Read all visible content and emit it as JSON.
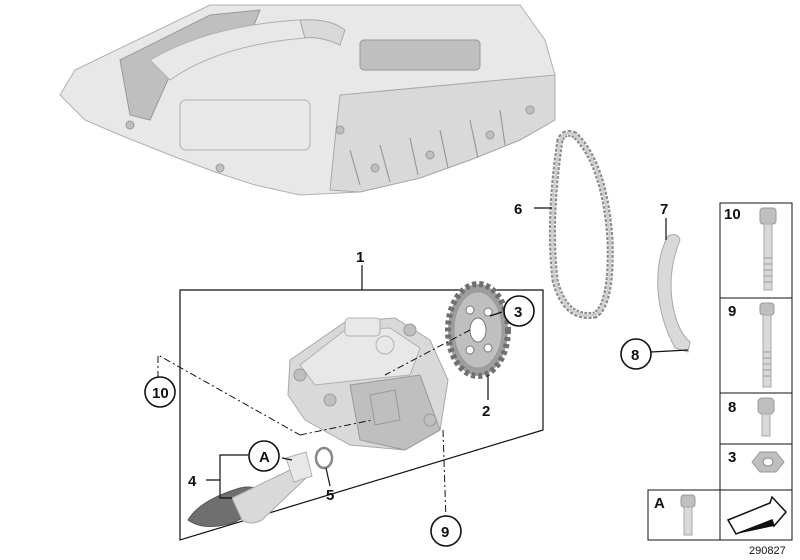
{
  "labels": {
    "l1": "1",
    "l2": "2",
    "l3": "3",
    "l4": "4",
    "l5": "5",
    "l6": "6",
    "l7": "7",
    "l8": "8",
    "l9": "9",
    "l10": "10",
    "lA": "A"
  },
  "legend": {
    "r10": "10",
    "r9": "9",
    "r8": "8",
    "r3": "3",
    "rA": "A"
  },
  "catalog_number": "290827"
}
